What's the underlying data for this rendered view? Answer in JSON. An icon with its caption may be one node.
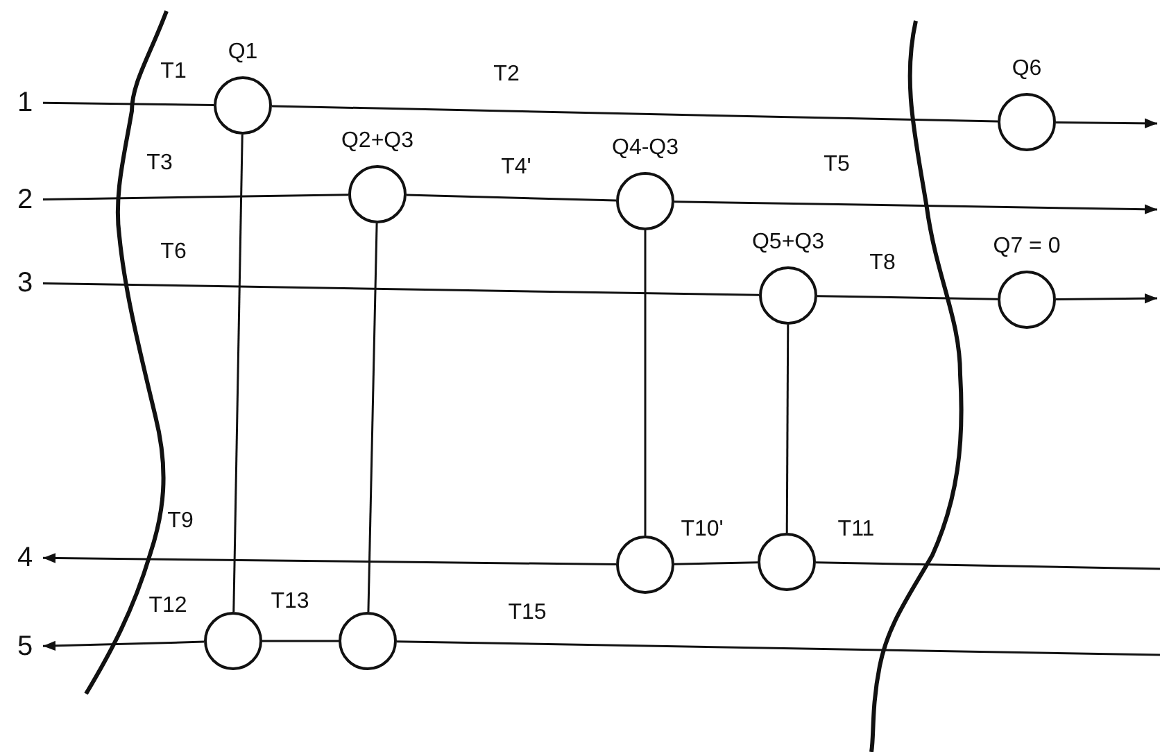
{
  "diagram": {
    "nodes": [
      {
        "text": [
          "1"
        ]
      },
      {
        "text": [],
        "shape": "circle",
        "beside": [
          "Q1"
        ]
      },
      {
        "text": [],
        "shape": "circle",
        "beside": [
          "Q6"
        ]
      },
      {
        "text": [
          "2"
        ]
      },
      {
        "text": [],
        "shape": "circle",
        "beside": [
          "Q2+Q3"
        ]
      },
      {
        "text": [],
        "shape": "circle",
        "beside": [
          "Q4-Q3"
        ]
      },
      {
        "text": [
          "3"
        ]
      },
      {
        "text": [],
        "shape": "circle",
        "beside": [
          "Q5+Q3"
        ]
      },
      {
        "text": [],
        "shape": "circle",
        "beside": [
          "Q7 = 0"
        ]
      },
      {
        "text": [
          "4"
        ]
      },
      {
        "text": [],
        "shape": "circle"
      },
      {
        "text": [],
        "shape": "circle"
      },
      {
        "text": [
          "5"
        ]
      },
      {
        "text": [],
        "shape": "circle"
      },
      {
        "text": [],
        "shape": "circle"
      }
    ],
    "edges": [
      {
        "from": 0,
        "to": 1,
        "arrow": "none",
        "label": "T1"
      },
      {
        "from": 1,
        "to": 2,
        "arrow": "none",
        "label": "T2"
      },
      {
        "from": 2,
        "to": null,
        "arrow": "to"
      },
      {
        "from": 3,
        "to": 4,
        "arrow": "none",
        "label": "T3"
      },
      {
        "from": 4,
        "to": 5,
        "arrow": "none",
        "label": "T4'"
      },
      {
        "from": 5,
        "to": null,
        "arrow": "to",
        "label": "T5"
      },
      {
        "from": 6,
        "to": 7,
        "arrow": "none",
        "label": "T6"
      },
      {
        "from": 7,
        "to": 8,
        "arrow": "none",
        "label": "T8"
      },
      {
        "from": 8,
        "to": null,
        "arrow": "to"
      },
      {
        "from": null,
        "to": 11,
        "arrow": "none",
        "label": "T11"
      },
      {
        "from": 11,
        "to": 10,
        "arrow": "none",
        "label": "T10'"
      },
      {
        "from": 10,
        "to": 9,
        "arrow": "to",
        "label": "T9"
      },
      {
        "from": null,
        "to": 14,
        "arrow": "none",
        "label": "T15"
      },
      {
        "from": 14,
        "to": 13,
        "arrow": "none",
        "label": "T13"
      },
      {
        "from": 13,
        "to": 12,
        "arrow": "to",
        "label": "T12"
      },
      {
        "from": 1,
        "to": 13,
        "arrow": "none"
      },
      {
        "from": 4,
        "to": 14,
        "arrow": "none"
      },
      {
        "from": 5,
        "to": 10,
        "arrow": "none"
      },
      {
        "from": 7,
        "to": 11,
        "arrow": "none"
      }
    ]
  }
}
